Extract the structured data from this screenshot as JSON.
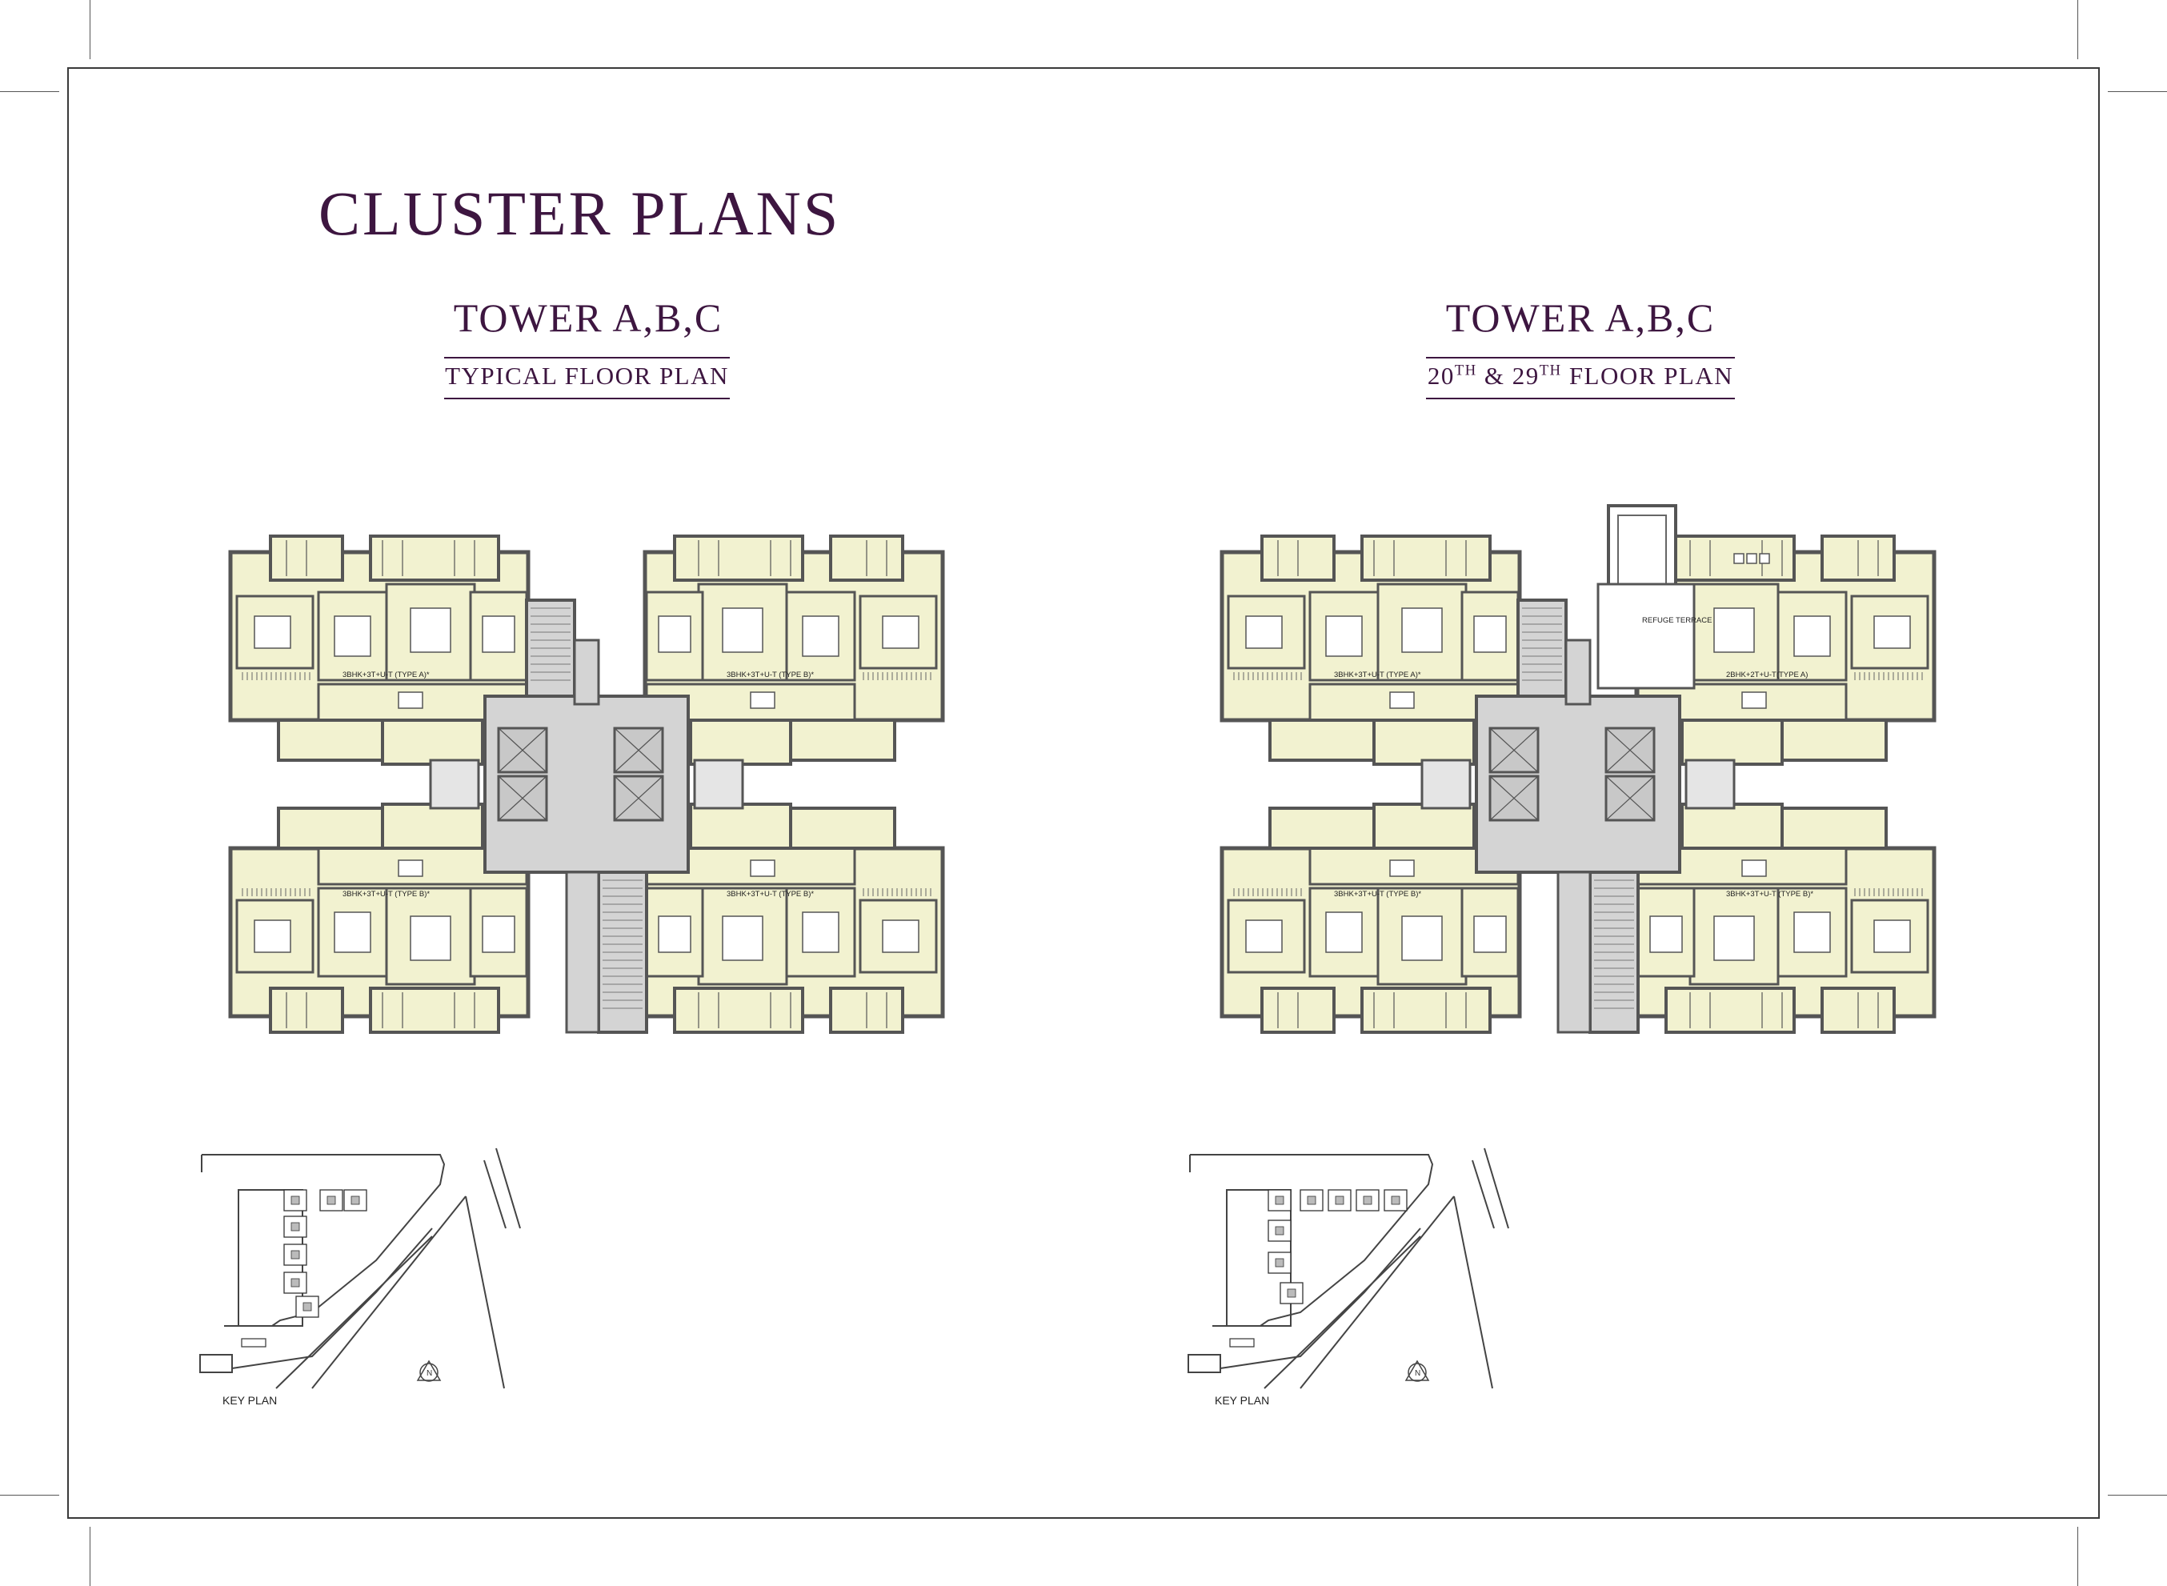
{
  "page": {
    "title": "CLUSTER PLANS"
  },
  "plans": [
    {
      "tower": "TOWER A,B,C",
      "floor": "TYPICAL FLOOR PLAN",
      "units": {
        "top_left": "3BHK+3T+U-T (TYPE A)*",
        "top_right": "3BHK+3T+U-T (TYPE B)*",
        "bottom_left": "3BHK+3T+U-T (TYPE B)*",
        "bottom_right": "3BHK+3T+U-T (TYPE B)*"
      },
      "key_plan_label": "KEY PLAN",
      "north_label": "N"
    },
    {
      "tower": "TOWER A,B,C",
      "floor_num_1": "20",
      "floor_sup_1": "TH",
      "floor_amp": " & ",
      "floor_num_2": "29",
      "floor_sup_2": "TH",
      "floor_suffix": " FLOOR PLAN",
      "refuge_label": "REFUGE TERRACE",
      "units": {
        "top_left": "3BHK+3T+U-T (TYPE A)*",
        "top_right": "2BHK+2T+U-T(TYPE A)",
        "bottom_left": "3BHK+3T+U-T (TYPE B)*",
        "bottom_right": "3BHK+3T+U-T (TYPE B)*"
      },
      "key_plan_label": "KEY PLAN",
      "north_label": "N"
    }
  ],
  "colors": {
    "title": "#3d1640",
    "room_fill": "#f2f2d0",
    "wall": "#555555",
    "core_fill": "#d4d4d4"
  }
}
